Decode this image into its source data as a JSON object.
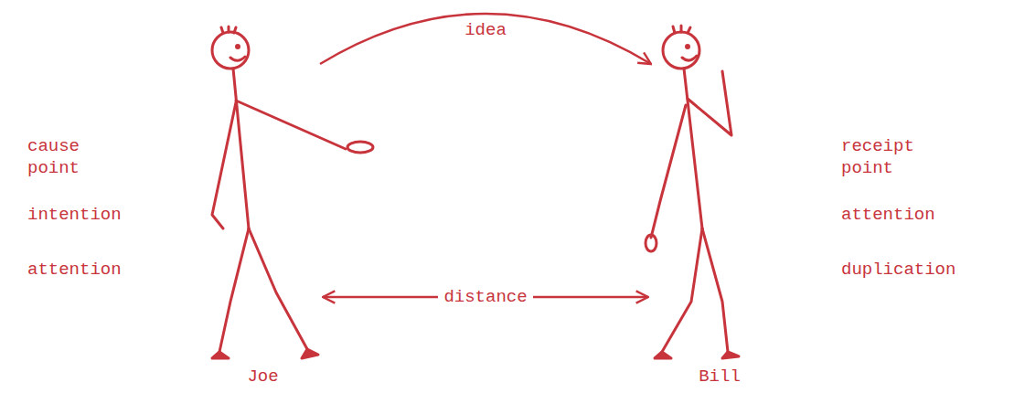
{
  "diagram": {
    "nodes": [
      {
        "text": [
          "Joe"
        ]
      },
      {
        "text": [
          "Bill"
        ]
      }
    ],
    "edges": [
      {
        "from": 0,
        "to": 1,
        "arrow": "to",
        "label": "idea"
      },
      {
        "from": 0,
        "to": 1,
        "arrow": "both",
        "label": "distance"
      }
    ],
    "labels": [
      "cause point",
      "intention",
      "attention",
      "receipt point",
      "attention",
      "duplication"
    ]
  }
}
